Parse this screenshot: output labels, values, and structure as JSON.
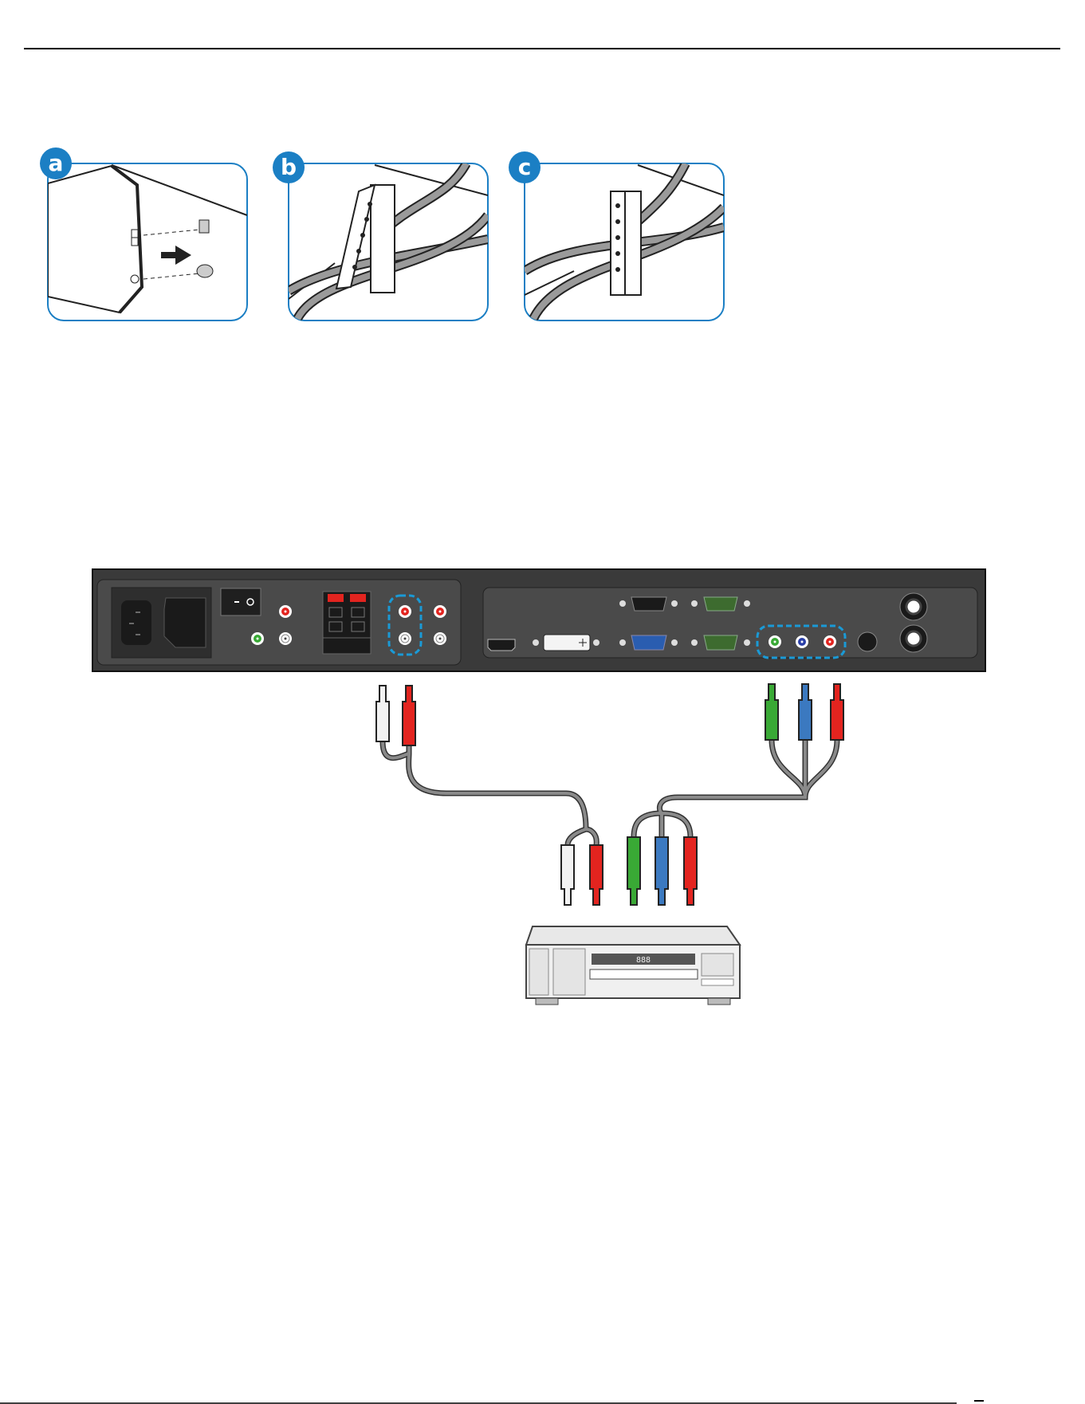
{
  "steps": [
    {
      "letter": "a"
    },
    {
      "letter": "b"
    },
    {
      "letter": "c"
    }
  ],
  "colors": {
    "accent": "#1b7fc4",
    "panel": "#3a3a3a",
    "panel_inner": "#4a4a4a",
    "cable": "#7a7a7a",
    "white_plug": "#f2f2f2",
    "red_plug": "#e3241f",
    "green_plug": "#39a935",
    "blue_plug": "#3b79c0",
    "highlight_dash": "#1a9ad6"
  },
  "player_display": "888"
}
